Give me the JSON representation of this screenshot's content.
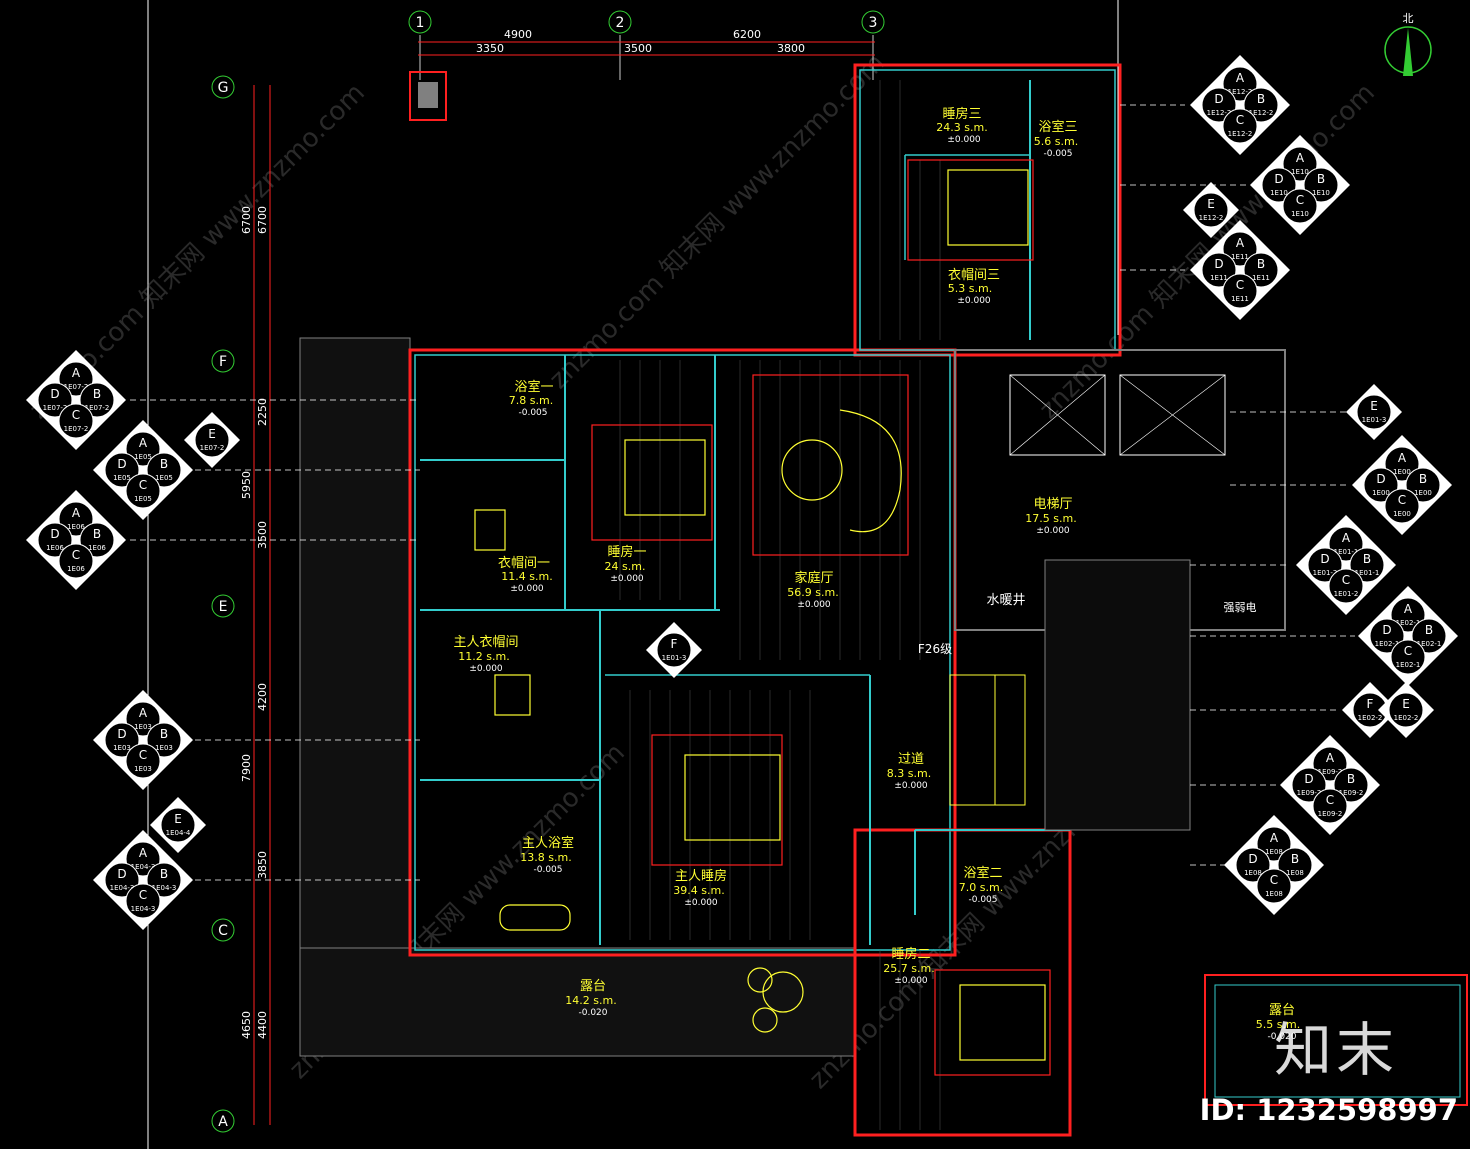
{
  "drawing": {
    "north_label": "北",
    "grid_columns": [
      "1",
      "2",
      "3"
    ],
    "grid_rows": [
      "G",
      "F",
      "E",
      "C",
      "A"
    ],
    "dims_top_row1": [
      "4900",
      "6200"
    ],
    "dims_top_row2": [
      "3350",
      "3500",
      "3800"
    ],
    "dims_left_col1": [
      "6700",
      "2250",
      "5950",
      "3500",
      "4200",
      "7900",
      "3850",
      "4650",
      "4400"
    ],
    "dims_left_col2": [
      "6700"
    ],
    "rooms": [
      {
        "name": "睡房三",
        "area": "24.3 s.m.",
        "elev": "±0.000"
      },
      {
        "name": "浴室三",
        "area": "5.6 s.m.",
        "elev": "-0.005"
      },
      {
        "name": "衣帽间三",
        "area": "5.3 s.m.",
        "elev": "±0.000"
      },
      {
        "name": "浴室一",
        "area": "7.8 s.m.",
        "elev": "-0.005"
      },
      {
        "name": "衣帽间一",
        "area": "11.4 s.m.",
        "elev": "±0.000"
      },
      {
        "name": "睡房一",
        "area": "24 s.m.",
        "elev": "±0.000"
      },
      {
        "name": "家庭厅",
        "area": "56.9 s.m.",
        "elev": "±0.000"
      },
      {
        "name": "电梯厅",
        "area": "17.5 s.m.",
        "elev": "±0.000"
      },
      {
        "name": "水暖井",
        "area": "",
        "elev": ""
      },
      {
        "name": "强弱电",
        "area": "",
        "elev": ""
      },
      {
        "name": "主人衣帽间",
        "area": "11.2 s.m.",
        "elev": "±0.000"
      },
      {
        "name": "主人浴室",
        "area": "13.8 s.m.",
        "elev": "-0.005"
      },
      {
        "name": "主人睡房",
        "area": "39.4 s.m.",
        "elev": "±0.000"
      },
      {
        "name": "过道",
        "area": "8.3 s.m.",
        "elev": "±0.000"
      },
      {
        "name": "浴室二",
        "area": "7.0 s.m.",
        "elev": "-0.005"
      },
      {
        "name": "睡房二",
        "area": "25.7 s.m.",
        "elev": "±0.000"
      },
      {
        "name": "露台",
        "area": "14.2 s.m.",
        "elev": "-0.020"
      },
      {
        "name": "露台",
        "area": "5.5 s.m.",
        "elev": "-0.020"
      }
    ],
    "stair_note": "F26级",
    "elevation_tags": [
      {
        "letters": [
          "A",
          "D",
          "B",
          "C"
        ],
        "codes": [
          "1E12-2",
          "1E12-2",
          "1E12-2",
          "1E12-2"
        ]
      },
      {
        "letters": [
          "A",
          "D",
          "B",
          "C"
        ],
        "codes": [
          "1E10",
          "1E10",
          "1E10",
          "1E10"
        ]
      },
      {
        "letters": [
          "A",
          "D",
          "B",
          "C"
        ],
        "codes": [
          "1E11",
          "1E11",
          "1E11",
          "1E11"
        ]
      },
      {
        "letters": [
          "A",
          "D",
          "B",
          "C"
        ],
        "codes": [
          "1E07-2",
          "1E07-2",
          "1E07-2",
          "1E07-2"
        ]
      },
      {
        "letters": [
          "A",
          "D",
          "B",
          "C"
        ],
        "codes": [
          "1E05",
          "1E05",
          "1E05",
          "1E05"
        ]
      },
      {
        "letters": [
          "A",
          "D",
          "B",
          "C"
        ],
        "codes": [
          "1E06",
          "1E06",
          "1E06",
          "1E06"
        ]
      },
      {
        "letters": [
          "A",
          "D",
          "B",
          "C"
        ],
        "codes": [
          "1E00",
          "1E00",
          "1E00",
          "1E00"
        ]
      },
      {
        "letters": [
          "A",
          "D",
          "B",
          "C"
        ],
        "codes": [
          "1E01-1",
          "1E01-2",
          "1E01-1",
          "1E01-2"
        ]
      },
      {
        "letters": [
          "A",
          "D",
          "B",
          "C"
        ],
        "codes": [
          "1E02-1",
          "1E02-1",
          "1E02-1",
          "1E02-1"
        ]
      },
      {
        "letters": [
          "A",
          "D",
          "B",
          "C"
        ],
        "codes": [
          "1E03",
          "1E03",
          "1E03",
          "1E03"
        ]
      },
      {
        "letters": [
          "A",
          "D",
          "B",
          "C"
        ],
        "codes": [
          "1E04-3",
          "1E04-3",
          "1E04-3",
          "1E04-3"
        ]
      },
      {
        "letters": [
          "A",
          "D",
          "B",
          "C"
        ],
        "codes": [
          "1E09-2",
          "1E09-2",
          "1E09-2",
          "1E09-2"
        ]
      },
      {
        "letters": [
          "A",
          "D",
          "B",
          "C"
        ],
        "codes": [
          "1E08",
          "1E08",
          "1E08",
          "1E08"
        ]
      }
    ],
    "single_tags": [
      {
        "letter": "E",
        "code": "1E12-2"
      },
      {
        "letter": "E",
        "code": "1E07-2"
      },
      {
        "letter": "E",
        "code": "1E01-3"
      },
      {
        "letter": "F",
        "code": "1E01-3"
      },
      {
        "letter": "F",
        "code": "1E02-2"
      },
      {
        "letter": "E",
        "code": "1E02-2"
      },
      {
        "letter": "E",
        "code": "1E04-4"
      }
    ],
    "colors": {
      "background": "#000000",
      "wall_red": "#ff2020",
      "cyan": "#33cccc",
      "yellow": "#ffff33",
      "grey": "#808080",
      "green": "#33cc33",
      "white": "#ffffff"
    }
  },
  "watermark": {
    "logo": "知末",
    "id": "ID: 1232598997",
    "diagonal": "znzmo.com 知末网 www.znzmo.com"
  }
}
